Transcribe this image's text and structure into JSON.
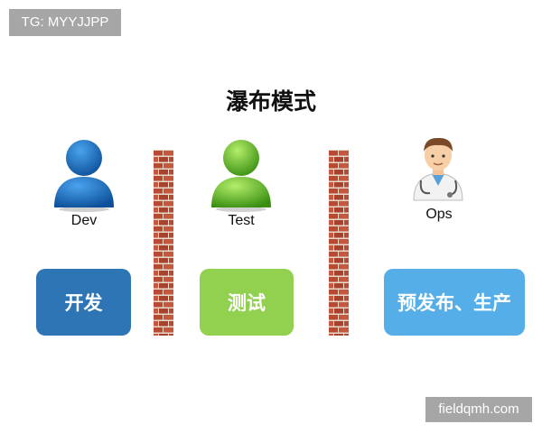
{
  "tag": "TG: MYYJJPP",
  "title": "瀑布模式",
  "roles": [
    {
      "label": "Dev"
    },
    {
      "label": "Test"
    },
    {
      "label": "Ops"
    }
  ],
  "stages": [
    {
      "label": "开发",
      "color": "#2e75b6"
    },
    {
      "label": "测试",
      "color": "#92d050"
    },
    {
      "label": "预发布、生产",
      "color": "#55aee8"
    }
  ],
  "person_colors": {
    "dev": "#1f6fc0",
    "test": "#5cb82a",
    "brick": "#b84a34",
    "mortar": "#e8d8c8"
  },
  "watermark": "fieldqmh.com"
}
